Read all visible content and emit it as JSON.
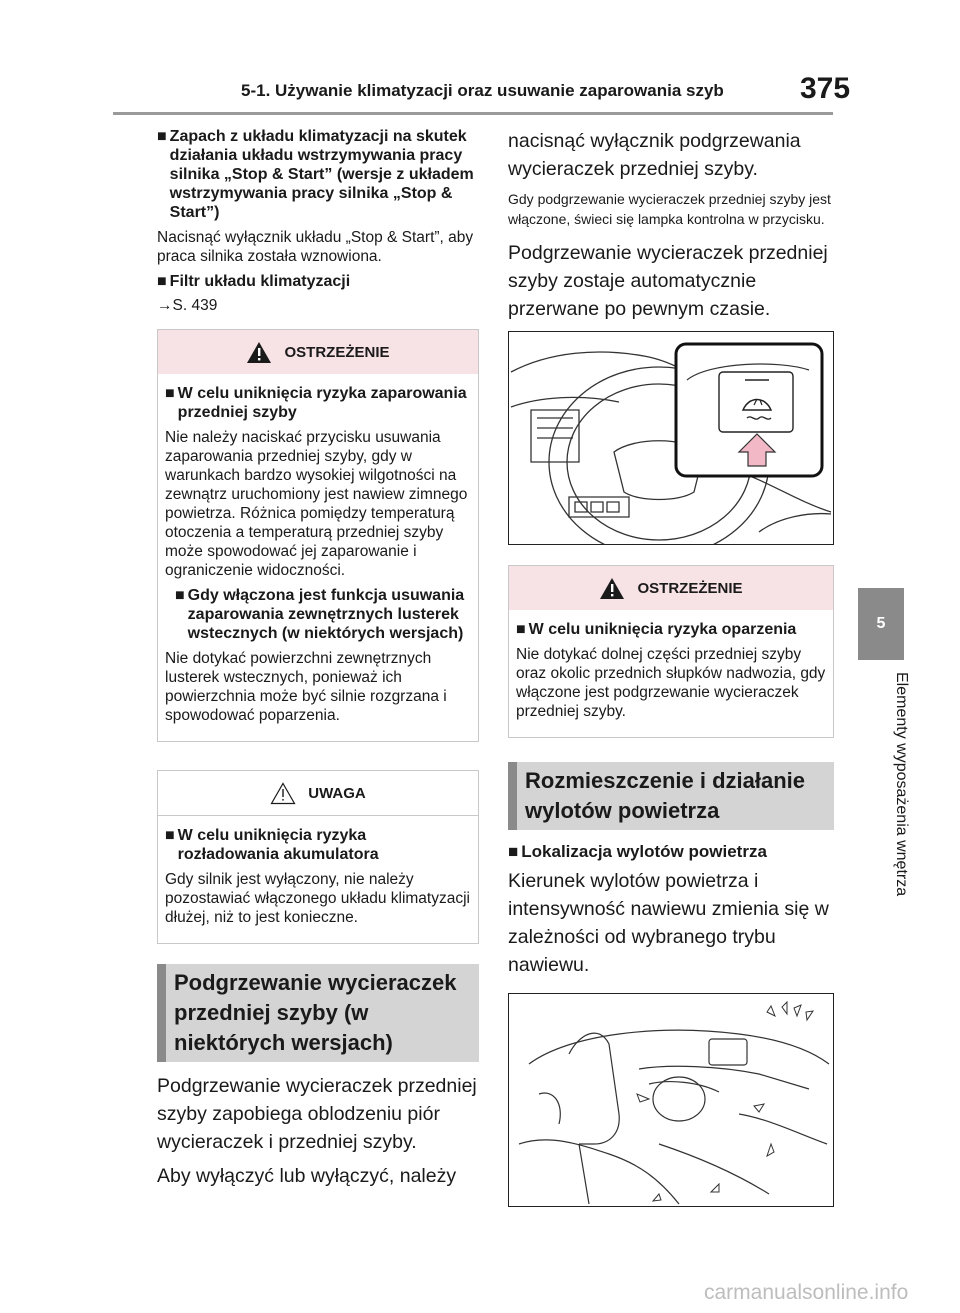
{
  "header": {
    "section_title": "5-1. Używanie klimatyzacji oraz usuwanie zaparowania szyb",
    "page_number": "375"
  },
  "side_tab": {
    "chapter_number": "5",
    "chapter_title": "Elementy wyposażenia wnętrza"
  },
  "left_column": {
    "smell_heading": "Zapach z układu klimatyzacji na skutek działania układu wstrzymywania pracy silnika „Stop & Start” (wersje z układem wstrzymywania pracy silnika „Stop & Start”)",
    "smell_body": "Nacisnąć wyłącznik układu „Stop & Start”, aby praca silnika została wznowiona.",
    "filter_heading": "Filtr układu klimatyzacji",
    "filter_ref": "→S. 439",
    "warning_box": {
      "title": "OSTRZEŻENIE",
      "item1_heading": "W celu uniknięcia ryzyka zaparowania przedniej szyby",
      "item1_body": "Nie należy naciskać przycisku usuwania zaparowania przedniej szyby, gdy w warunkach bardzo wysokiej wilgotności na zewnątrz uruchomiony jest nawiew zimnego powietrza. Różnica pomiędzy temperaturą otoczenia a temperaturą przedniej szyby może spowodować jej zaparowanie i ograniczenie widoczności.",
      "item2_heading": "Gdy włączona jest funkcja usuwania zaparowania zewnętrznych lusterek wstecznych (w niektórych wersjach)",
      "item2_body": "Nie dotykać powierzchni zewnętrznych lusterek wstecznych, ponieważ ich powierzchnia może być silnie rozgrzana i spowodować poparzenia."
    },
    "caution_box": {
      "title": "UWAGA",
      "item_heading": "W celu uniknięcia ryzyka rozładowania akumulatora",
      "item_body": "Gdy silnik jest wyłączony, nie należy pozostawiać włączonego układu klimatyzacji dłużej, niż to jest konieczne."
    },
    "wiper_section_heading": "Podgrzewanie wycieraczek przedniej szyby (w niektórych wersjach)",
    "wiper_body1": "Podgrzewanie wycieraczek przedniej szyby zapobiega oblodzeniu piór wycieraczek i przedniej szyby.",
    "wiper_body2": "Aby wyłączyć lub wyłączyć, należy"
  },
  "right_column": {
    "wiper_cont": "nacisnąć wyłącznik podgrzewania wycieraczek przedniej szyby.",
    "wiper_note": "Gdy podgrzewanie wycieraczek przedniej szyby jest włączone, świeci się lampka kontrolna w przycisku.",
    "wiper_auto_off": "Podgrzewanie wycieraczek przedniej szyby zostaje automatycznie przerwane po pewnym czasie.",
    "warning_box": {
      "title": "OSTRZEŻENIE",
      "item_heading": "W celu uniknięcia ryzyka oparzenia",
      "item_body": "Nie dotykać dolnej części przedniej szyby oraz okolic przednich słupków nadwozia, gdy włączone jest podgrzewanie wycieraczek przedniej szyby."
    },
    "vents_section_heading": "Rozmieszczenie i działanie wylotów powietrza",
    "vents_location_heading": "Lokalizacja wylotów powietrza",
    "vents_body": "Kierunek wylotów powietrza i intensywność nawiewu zmienia się w zależności od wybranego trybu nawiewu."
  },
  "footer": {
    "watermark": "carmanualsonline.info"
  },
  "colors": {
    "warning_header_bg": "#f7e2e6",
    "section_bg": "#d4d4d4",
    "section_bar": "#8a8a8a",
    "side_tab_bg": "#8a8a8a",
    "defrost_arrow": "#f3b8c6"
  }
}
